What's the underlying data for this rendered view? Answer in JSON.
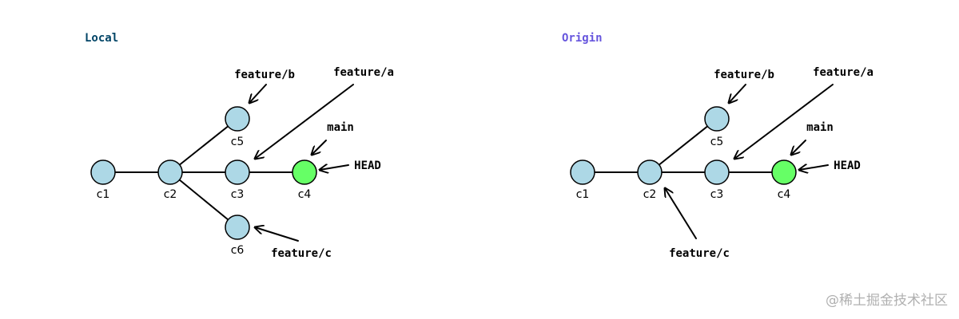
{
  "colors": {
    "commit": "#add8e6",
    "head_commit": "#66ff66",
    "head_label": "#66ff66",
    "local_title": "#004466",
    "origin_title": "#6655dd",
    "watermark": "#b0b0b0"
  },
  "panels": [
    {
      "title": "Local",
      "commits": [
        "c1",
        "c2",
        "c3",
        "c4",
        "c5",
        "c6"
      ],
      "head_commit": "c4",
      "refs": [
        "feature/b",
        "feature/a",
        "main",
        "HEAD",
        "feature/c"
      ]
    },
    {
      "title": "Origin",
      "commits": [
        "c1",
        "c2",
        "c3",
        "c4",
        "c5"
      ],
      "head_commit": "c4",
      "refs": [
        "feature/b",
        "feature/a",
        "main",
        "HEAD",
        "feature/c"
      ]
    }
  ],
  "watermark": "@稀土掘金技术社区"
}
